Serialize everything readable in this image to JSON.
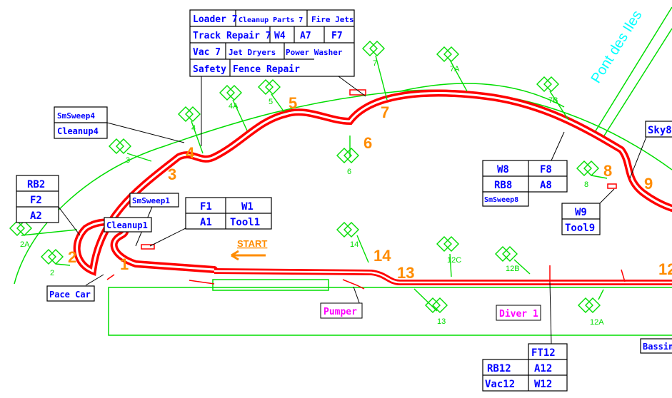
{
  "colors": {
    "track": "#ff0000",
    "boundary": "#00dd00",
    "labels": "#0000ff",
    "turns": "#ff8c00",
    "equipment": "#ff00ff",
    "bridge": "#00ffff"
  },
  "bridge_label": "Pont des Iles",
  "start_label": "START",
  "turns": [
    "1",
    "2",
    "3",
    "4",
    "5",
    "6",
    "7",
    "8",
    "9",
    "12",
    "13",
    "14"
  ],
  "posts": [
    "2",
    "2A",
    "3",
    "4",
    "4A",
    "5",
    "6",
    "7",
    "7A",
    "7B",
    "8",
    "12A",
    "12B",
    "12C",
    "13",
    "14"
  ],
  "equipment": {
    "pumper": "Pumper",
    "diver": "Diver 1"
  },
  "boxes": {
    "top_grid": {
      "row1": [
        "Loader 7",
        "Cleanup Parts 7",
        "Fire Jets"
      ],
      "row2": [
        "Track Repair 7",
        "W4",
        "A7",
        "F7"
      ],
      "row3": [
        "Vac 7",
        "Jet Dryers",
        "Power Washer"
      ],
      "row4": [
        "Safety",
        "Fence Repair"
      ]
    },
    "smsweep4": [
      "SmSweep4",
      "Cleanup4"
    ],
    "left_stack": [
      "RB2",
      "F2",
      "A2"
    ],
    "smsweep1": "SmSweep1",
    "cleanup1": "Cleanup1",
    "t1_grid": [
      "F1",
      "W1",
      "A1",
      "Tool1"
    ],
    "pace_car": "Pace Car",
    "t8_grid": [
      "W8",
      "F8",
      "RB8",
      "A8"
    ],
    "smsweep8": "SmSweep8",
    "t9_grid": [
      "W9",
      "Tool9"
    ],
    "sky": "Sky8",
    "bassin": "Bassin",
    "t12_grid": [
      "FT12",
      "RB12",
      "A12",
      "Vac12",
      "W12"
    ]
  }
}
